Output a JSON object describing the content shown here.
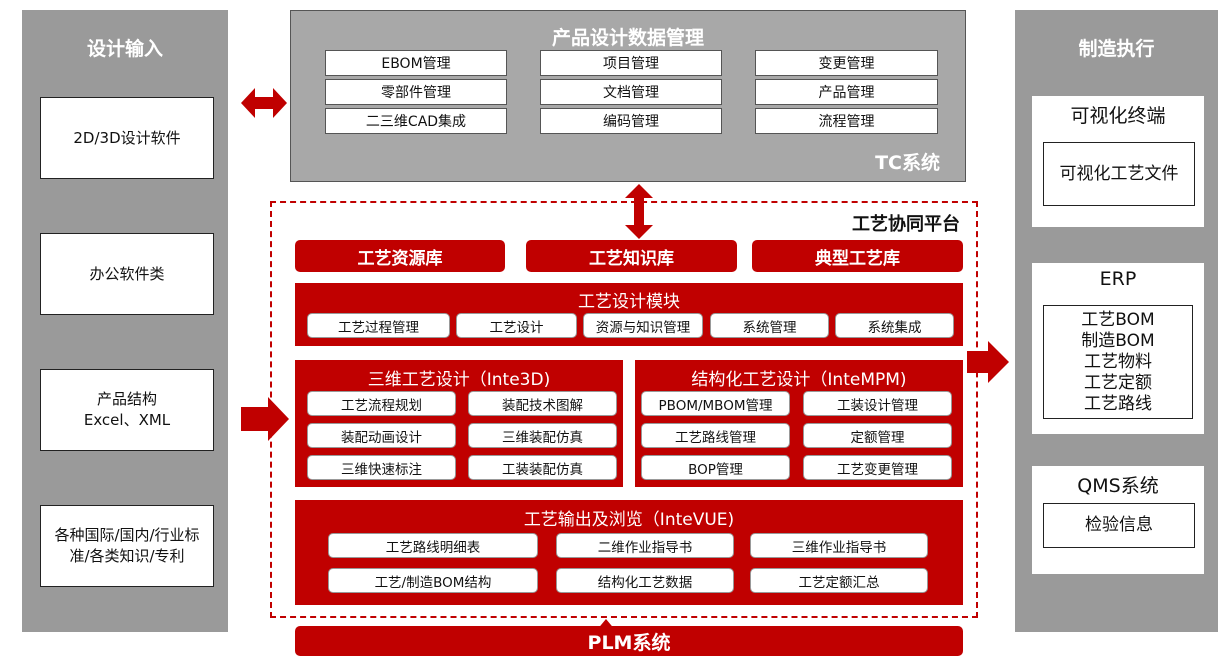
{
  "colors": {
    "red": "#c00000",
    "gray": "#9a9a9a",
    "tc_gray": "#a8a8a8"
  },
  "left": {
    "title": "设计输入",
    "items": [
      "2D/3D设计软件",
      "办公软件类",
      "产品结构",
      "Excel、XML",
      "各种国际/国内/行业标",
      "准/各类知识/专利"
    ]
  },
  "tc": {
    "title": "产品设计数据管理",
    "label": "TC系统",
    "cells": [
      "EBOM管理",
      "项目管理",
      "变更管理",
      "零部件管理",
      "文档管理",
      "产品管理",
      "二三维CAD集成",
      "编码管理",
      "流程管理"
    ]
  },
  "platform": {
    "title": "工艺协同平台",
    "libraries": [
      "工艺资源库",
      "工艺知识库",
      "典型工艺库"
    ],
    "design_module": {
      "title": "工艺设计模块",
      "items": [
        "工艺过程管理",
        "工艺设计",
        "资源与知识管理",
        "系统管理",
        "系统集成"
      ]
    },
    "inte3d": {
      "title": "三维工艺设计（Inte3D)",
      "items": [
        "工艺流程规划",
        "装配技术图解",
        "装配动画设计",
        "三维装配仿真",
        "三维快速标注",
        "工装装配仿真"
      ]
    },
    "intempm": {
      "title": "结构化工艺设计（InteMPM)",
      "items": [
        "PBOM/MBOM管理",
        "工装设计管理",
        "工艺路线管理",
        "定额管理",
        "BOP管理",
        "工艺变更管理"
      ]
    },
    "intevue": {
      "title": "工艺输出及浏览（InteVUE)",
      "items": [
        "工艺路线明细表",
        "二维作业指导书",
        "三维作业指导书",
        "工艺/制造BOM结构",
        "结构化工艺数据",
        "工艺定额汇总"
      ]
    }
  },
  "plm": {
    "label": "PLM系统"
  },
  "right": {
    "title": "制造执行",
    "terminal": {
      "title": "可视化终端",
      "item": "可视化工艺文件"
    },
    "erp": {
      "title": "ERP",
      "items": [
        "工艺BOM",
        "制造BOM",
        "工艺物料",
        "工艺定额",
        "工艺路线"
      ]
    },
    "qms": {
      "title": "QMS系统",
      "item": "检验信息"
    }
  }
}
